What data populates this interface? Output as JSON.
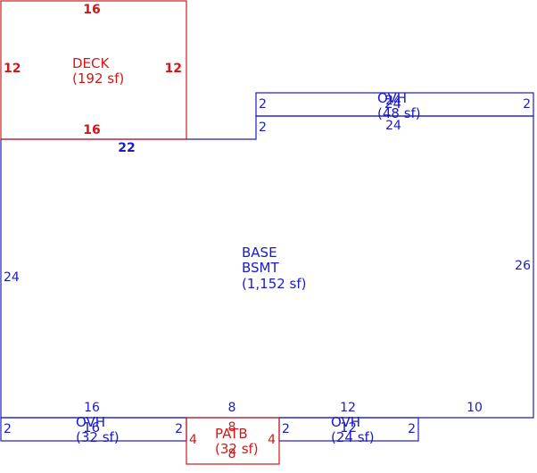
{
  "colors": {
    "main": "#1a1ac8",
    "addition": "#d01818",
    "background": "#ffffff"
  },
  "areas": {
    "deck": {
      "name": "DECK",
      "area": "(192 sf)",
      "dims": {
        "top": "16",
        "bottom": "16",
        "left": "12",
        "right": "12"
      }
    },
    "base": {
      "name": "BASE",
      "subname": "BSMT",
      "area": "(1,152 sf)",
      "dims": {
        "top_left": "22",
        "step": "2",
        "left": "24",
        "right": "26",
        "bottom_a": "16",
        "bottom_b": "8",
        "bottom_c": "12",
        "bottom_d": "10"
      }
    },
    "ovh_top": {
      "name": "OVH",
      "overlap": "24",
      "area": "(48 sf)",
      "dims": {
        "top": "24",
        "bottom": "24",
        "left": "2",
        "right": "2"
      }
    },
    "ovh_left": {
      "name": "OVH",
      "overlap": "16",
      "area": "(32 sf)",
      "dims": {
        "left": "2",
        "right": "2"
      }
    },
    "ovh_right": {
      "name": "OVH",
      "overlap": "12",
      "area": "(24 sf)",
      "dims": {
        "left": "2",
        "right": "2"
      }
    },
    "patb": {
      "name": "PATB",
      "area": "(32 sf)",
      "dims": {
        "top": "8",
        "bottom": "8",
        "left": "4",
        "right": "4"
      }
    }
  }
}
